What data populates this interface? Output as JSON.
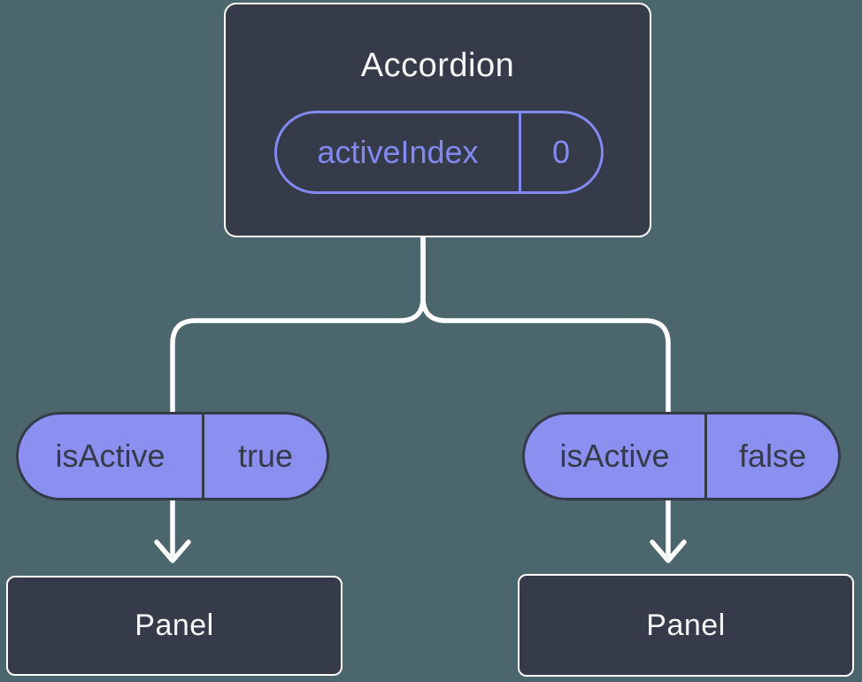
{
  "diagram": {
    "root": {
      "title": "Accordion",
      "prop": {
        "name": "activeIndex",
        "value": "0"
      }
    },
    "children": [
      {
        "prop": {
          "name": "isActive",
          "value": "true"
        },
        "node_label": "Panel"
      },
      {
        "prop": {
          "name": "isActive",
          "value": "false"
        },
        "node_label": "Panel"
      }
    ],
    "colors": {
      "background": "#4C666D",
      "node_fill": "#353B48",
      "node_border": "#FFFFFF",
      "node_text": "#F6F7F9",
      "pill_outline": "#8289F0",
      "pill_fill": "#8A8FF0",
      "pill_dark_text": "#353B48",
      "connector": "#FFFFFF"
    }
  }
}
